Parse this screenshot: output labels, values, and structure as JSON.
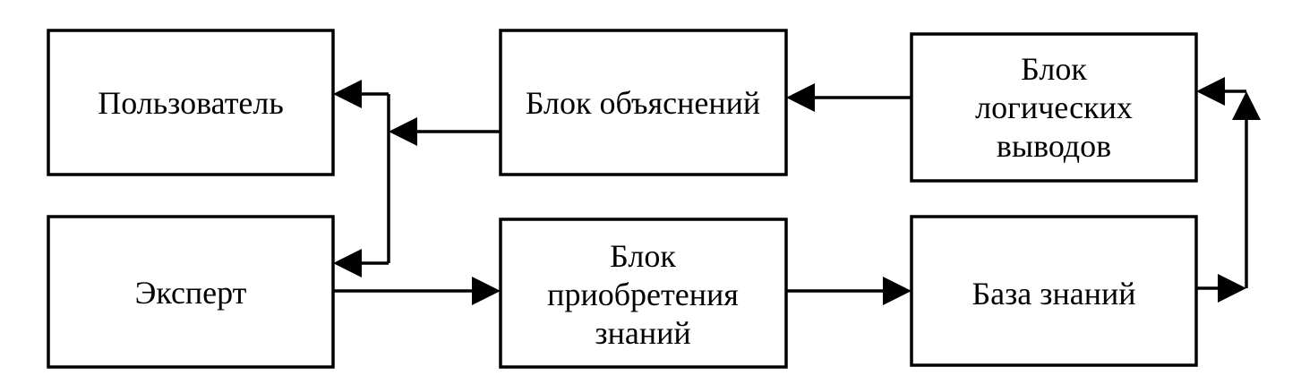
{
  "nodes": {
    "user": {
      "label": "Пользователь"
    },
    "expert": {
      "label": "Эксперт"
    },
    "explanation": {
      "label": "Блок объяснений"
    },
    "acquisition": {
      "lines": [
        "Блок",
        "приобретения",
        "знаний"
      ]
    },
    "inference": {
      "lines": [
        "Блок",
        "логических",
        "выводов"
      ]
    },
    "knowledge_base": {
      "label": "База знаний"
    }
  },
  "colors": {
    "stroke": "#000000",
    "fill": "#ffffff",
    "text": "#000000"
  }
}
